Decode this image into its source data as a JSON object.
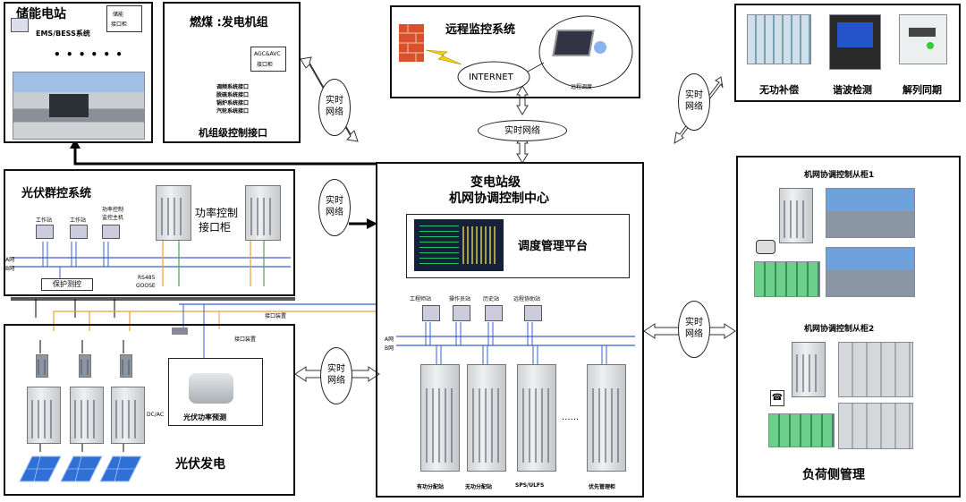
{
  "storage": {
    "title": "储能电站",
    "ems": "EMS/BESS系统",
    "iface": [
      "储能",
      "接口柜"
    ]
  },
  "coal": {
    "title": "燃煤 :发电机组",
    "avc": [
      "AGC&AVC",
      "接口柜"
    ],
    "subs": [
      "调频系统接口",
      "脱硫系统接口",
      "锅炉系统接口",
      "汽轮系统接口"
    ],
    "footer": "机组级控制接口"
  },
  "remote": {
    "title": "远程监控系统",
    "internet": "INTERNET",
    "monitor": "远程调度"
  },
  "quality": {
    "labels": [
      "无功补偿",
      "谐波检测",
      "解列同期"
    ]
  },
  "pvgroup": {
    "title": "光伏群控系统",
    "stations": [
      "工作站",
      "工作站",
      "功率控制"
    ],
    "station3b": "监控主机",
    "power_ctrl": [
      "功率控制",
      "接口柜"
    ],
    "net_a": "A网",
    "net_b": "B网",
    "protect": "保护测控",
    "rs485": "RS485",
    "goose": "GOOSE"
  },
  "pvgen": {
    "title": "光伏发电",
    "dcac": "DC/AC",
    "forecast": "光伏功率预测",
    "iface1": "接口装置",
    "iface2": "接口装置"
  },
  "center": {
    "title1": "变电站级",
    "title2": "机网协调控制中心",
    "dispatch": "调度管理平台",
    "stations": [
      "工程师站",
      "操作员站",
      "历史站",
      "远程协助站"
    ],
    "net_a": "A网",
    "net_b": "B网",
    "cabinets": [
      "有功分配站",
      "无功分配站",
      "SPS/ULFS",
      "优先管理柜"
    ],
    "dots": "......"
  },
  "load": {
    "sub1": "机网协调控制从柜1",
    "sub2": "机网协调控制从柜2",
    "title": "负荷侧管理"
  },
  "network": {
    "label1": "实时",
    "label2": "网络"
  }
}
